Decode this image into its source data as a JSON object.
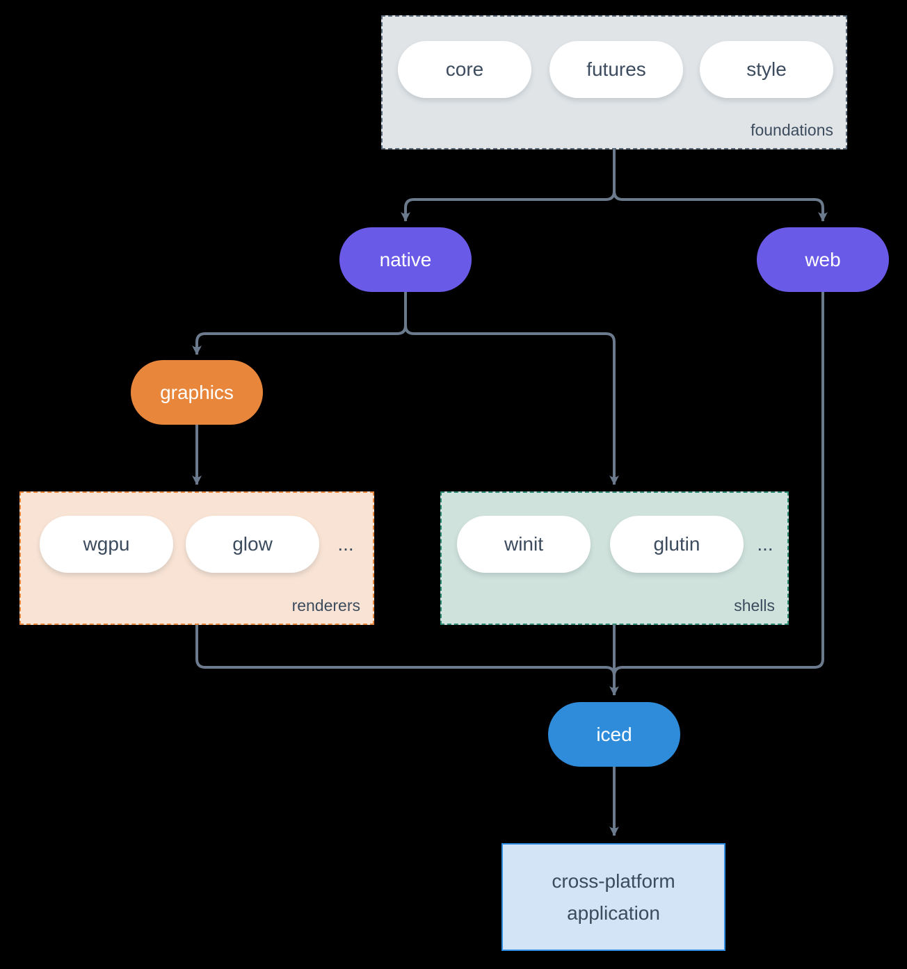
{
  "diagram": {
    "groups": {
      "foundations": {
        "label": "foundations",
        "items": [
          {
            "label": "core"
          },
          {
            "label": "futures"
          },
          {
            "label": "style"
          }
        ]
      },
      "renderers": {
        "label": "renderers",
        "items": [
          {
            "label": "wgpu"
          },
          {
            "label": "glow"
          }
        ],
        "ellipsis": "..."
      },
      "shells": {
        "label": "shells",
        "items": [
          {
            "label": "winit"
          },
          {
            "label": "glutin"
          }
        ],
        "ellipsis": "..."
      }
    },
    "nodes": {
      "native": {
        "label": "native"
      },
      "web": {
        "label": "web"
      },
      "graphics": {
        "label": "graphics"
      },
      "iced": {
        "label": "iced"
      },
      "application": {
        "label": "cross-platform application"
      }
    },
    "colors": {
      "background": "#000000",
      "connector": "#6b7a8c",
      "node_purple": "#6a5ae8",
      "node_orange": "#e8863c",
      "node_blue": "#2e8cdb",
      "pill_fill": "#ffffff",
      "foundations_fill": "#e0e4e7",
      "foundations_border": "#5a6a7a",
      "renderers_fill": "#f9e3d4",
      "renderers_border": "#e8863c",
      "shells_fill": "#d0e2dc",
      "shells_border": "#2e8b74",
      "application_fill": "#d2e4f5",
      "application_border": "#2f8de4",
      "text_dark": "#3c4b5d",
      "text_light": "#ffffff"
    }
  }
}
